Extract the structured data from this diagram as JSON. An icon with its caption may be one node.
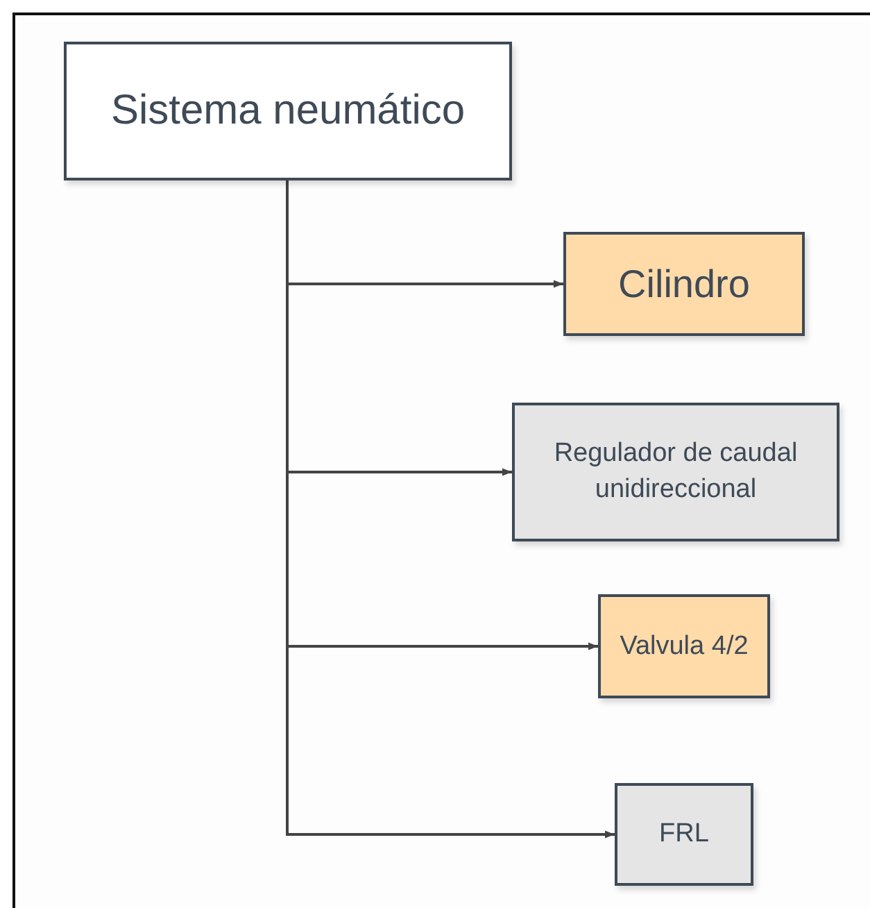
{
  "diagram": {
    "nodes": [
      {
        "text": [
          "Sistema neumático"
        ]
      },
      {
        "text": [
          "Cilindro"
        ]
      },
      {
        "text": [
          "Regulador de caudal unidireccional"
        ]
      },
      {
        "text": [
          "Valvula 4/2"
        ]
      },
      {
        "text": [
          "FRL"
        ]
      }
    ],
    "edges": [
      {
        "from": 0,
        "to": 1,
        "arrow": "to"
      },
      {
        "from": 0,
        "to": 2,
        "arrow": "to"
      },
      {
        "from": 0,
        "to": 3,
        "arrow": "to"
      },
      {
        "from": 0,
        "to": 4,
        "arrow": "to"
      }
    ]
  }
}
